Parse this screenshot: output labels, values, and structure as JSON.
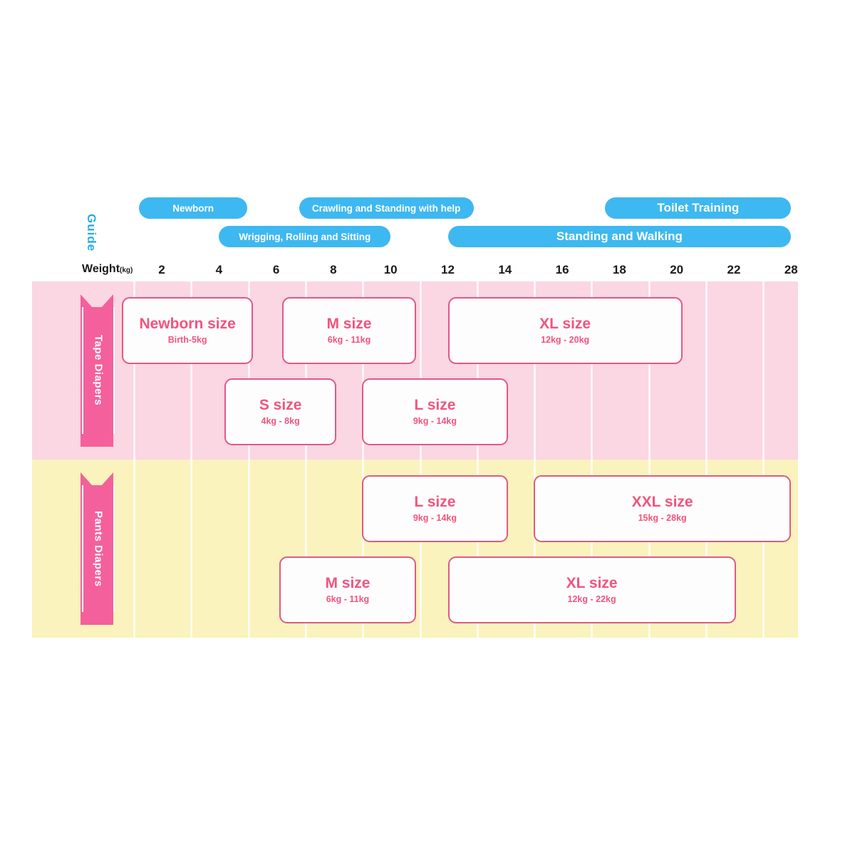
{
  "guide": {
    "label": "Guide",
    "stage_color": "#3EB8F0",
    "stages": [
      {
        "name": "Newborn",
        "row": 0,
        "from_kg": 1.2,
        "to_kg": 5.0
      },
      {
        "name": "Crawling and Standing with help",
        "row": 0,
        "from_kg": 6.8,
        "to_kg": 12.9
      },
      {
        "name": "Toilet Training",
        "row": 0,
        "from_kg": 17.5,
        "to_kg": 28.0
      },
      {
        "name": "Wrigging, Rolling and Sitting",
        "row": 1,
        "from_kg": 4.0,
        "to_kg": 10.0
      },
      {
        "name": "Standing and Walking",
        "row": 1,
        "from_kg": 12.0,
        "to_kg": 28.0
      }
    ]
  },
  "axis": {
    "title": "Weight",
    "unit": "(kg)",
    "ticks": [
      2,
      4,
      6,
      8,
      10,
      12,
      14,
      16,
      18,
      20,
      22,
      28
    ]
  },
  "rows": [
    {
      "label": "Tape Diapers",
      "band_color": "#FBD6E3",
      "ribbon_color": "#F4609B",
      "cards": [
        {
          "title": "Newborn size",
          "range": "Birth-5kg",
          "lane": 0,
          "from_kg": 0.6,
          "to_kg": 5.2
        },
        {
          "title": "M size",
          "range": "6kg - 11kg",
          "lane": 0,
          "from_kg": 6.2,
          "to_kg": 10.9
        },
        {
          "title": "XL size",
          "range": "12kg - 20kg",
          "lane": 0,
          "from_kg": 12.0,
          "to_kg": 20.2
        },
        {
          "title": "S size",
          "range": "4kg - 8kg",
          "lane": 1,
          "from_kg": 4.2,
          "to_kg": 8.1
        },
        {
          "title": "L size",
          "range": "9kg - 14kg",
          "lane": 1,
          "from_kg": 9.0,
          "to_kg": 14.1
        }
      ]
    },
    {
      "label": "Pants Diapers",
      "band_color": "#FAF3BD",
      "ribbon_color": "#F4609B",
      "cards": [
        {
          "title": "L size",
          "range": "9kg - 14kg",
          "lane": 0,
          "from_kg": 9.0,
          "to_kg": 14.1
        },
        {
          "title": "XXL size",
          "range": "15kg - 28kg",
          "lane": 0,
          "from_kg": 15.0,
          "to_kg": 28.0
        },
        {
          "title": "M size",
          "range": "6kg - 11kg",
          "lane": 1,
          "from_kg": 6.1,
          "to_kg": 10.9
        },
        {
          "title": "XL size",
          "range": "12kg - 22kg",
          "lane": 1,
          "from_kg": 12.0,
          "to_kg": 22.2
        }
      ]
    }
  ],
  "chart_data": {
    "type": "bar",
    "title": "Baby Diaper Size Guide by Weight",
    "xlabel": "Weight (kg)",
    "ylabel": "",
    "xlim": [
      0,
      28
    ],
    "grid": true,
    "tick_labels": [
      2,
      4,
      6,
      8,
      10,
      12,
      14,
      16,
      18,
      20,
      22,
      28
    ],
    "series": [
      {
        "name": "Guide: Newborn",
        "group": "Guide",
        "start": 1.2,
        "end": 5.0
      },
      {
        "name": "Guide: Wrigging, Rolling and Sitting",
        "group": "Guide",
        "start": 4.0,
        "end": 10.0
      },
      {
        "name": "Guide: Crawling and Standing with help",
        "group": "Guide",
        "start": 6.8,
        "end": 12.9
      },
      {
        "name": "Guide: Standing and Walking",
        "group": "Guide",
        "start": 12.0,
        "end": 28.0
      },
      {
        "name": "Guide: Toilet Training",
        "group": "Guide",
        "start": 17.5,
        "end": 28.0
      },
      {
        "name": "Tape Diapers: Newborn size",
        "group": "Tape Diapers",
        "start": 0.0,
        "end": 5.0,
        "label": "Birth-5kg"
      },
      {
        "name": "Tape Diapers: S size",
        "group": "Tape Diapers",
        "start": 4.0,
        "end": 8.0,
        "label": "4kg - 8kg"
      },
      {
        "name": "Tape Diapers: M size",
        "group": "Tape Diapers",
        "start": 6.0,
        "end": 11.0,
        "label": "6kg - 11kg"
      },
      {
        "name": "Tape Diapers: L size",
        "group": "Tape Diapers",
        "start": 9.0,
        "end": 14.0,
        "label": "9kg - 14kg"
      },
      {
        "name": "Tape Diapers: XL size",
        "group": "Tape Diapers",
        "start": 12.0,
        "end": 20.0,
        "label": "12kg - 20kg"
      },
      {
        "name": "Pants Diapers: M size",
        "group": "Pants Diapers",
        "start": 6.0,
        "end": 11.0,
        "label": "6kg - 11kg"
      },
      {
        "name": "Pants Diapers: L size",
        "group": "Pants Diapers",
        "start": 9.0,
        "end": 14.0,
        "label": "9kg - 14kg"
      },
      {
        "name": "Pants Diapers: XL size",
        "group": "Pants Diapers",
        "start": 12.0,
        "end": 22.0,
        "label": "12kg - 22kg"
      },
      {
        "name": "Pants Diapers: XXL size",
        "group": "Pants Diapers",
        "start": 15.0,
        "end": 28.0,
        "label": "15kg - 28kg"
      }
    ]
  }
}
